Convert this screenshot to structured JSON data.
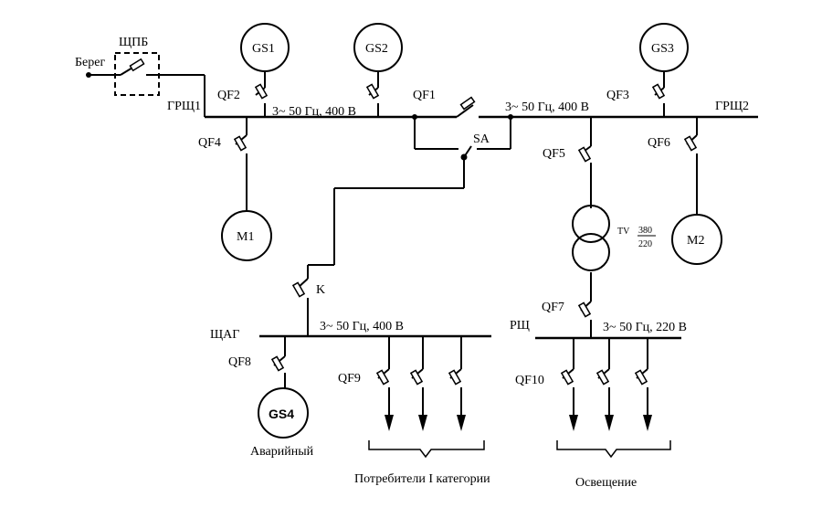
{
  "labels": {
    "shore": "Берег",
    "shore_panel": "ЩПБ",
    "msb1": "ГРЩ1",
    "msb2": "ГРЩ2",
    "emergency_board": "ЩАГ",
    "lighting_board": "РЩ",
    "bus1_spec": "3~ 50 Гц, 400 В",
    "bus2_spec": "3~ 50 Гц, 400 В",
    "emergency_bus_spec": "3~ 50 Гц, 400 В",
    "lighting_bus_spec": "3~ 50 Гц, 220 В",
    "emergency_caption": "Аварийный",
    "consumers_caption": "Потребители I категории",
    "lighting_caption": "Освещение"
  },
  "generators": {
    "gs1": "GS1",
    "gs2": "GS2",
    "gs3": "GS3",
    "gs4": "GS4"
  },
  "motors": {
    "m1": "M1",
    "m2": "M2"
  },
  "breakers": {
    "qf1": "QF1",
    "qf2": "QF2",
    "qf3": "QF3",
    "qf4": "QF4",
    "qf5": "QF5",
    "qf6": "QF6",
    "qf7": "QF7",
    "qf8": "QF8",
    "qf9": "QF9",
    "qf10": "QF10",
    "sa": "SA",
    "k": "K"
  },
  "transformer": {
    "name": "TV",
    "ratio_primary": "380",
    "ratio_secondary": "220"
  }
}
